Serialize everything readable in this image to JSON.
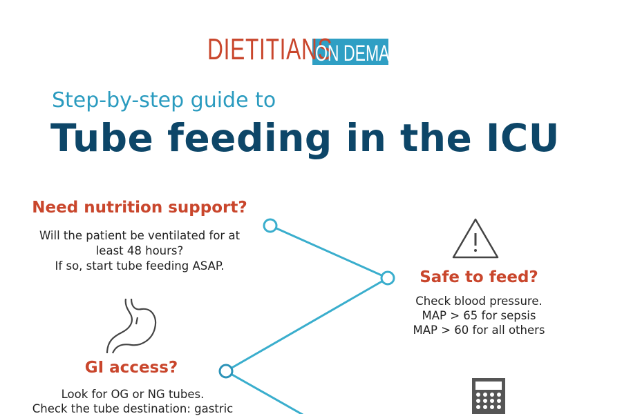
{
  "logo": {
    "text_part1": "Dietitians",
    "text_part2": "on Demand",
    "brand_red": "#c9462c",
    "brand_blue": "#2f9fc4"
  },
  "header": {
    "subtitle": "Step-by-step guide to",
    "title": "Tube feeding in the ICU"
  },
  "colors": {
    "heading": "#c9462c",
    "title": "#0d4668",
    "connector": "#3aaecd"
  },
  "steps": [
    {
      "heading": "Need nutrition support?",
      "lines": [
        "Will the patient be ventilated for at",
        "least 48 hours?",
        "If so, start tube feeding ASAP."
      ]
    },
    {
      "icon": "warning-icon",
      "heading": "Safe to feed?",
      "lines": [
        "Check blood pressure.",
        "MAP > 65 for sepsis",
        "MAP > 60 for all others"
      ]
    },
    {
      "icon": "stomach-icon",
      "heading": "GI access?",
      "lines": [
        "Look for OG or NG tubes.",
        "Check the tube destination: gastric"
      ]
    },
    {
      "icon": "calculator-icon"
    }
  ]
}
